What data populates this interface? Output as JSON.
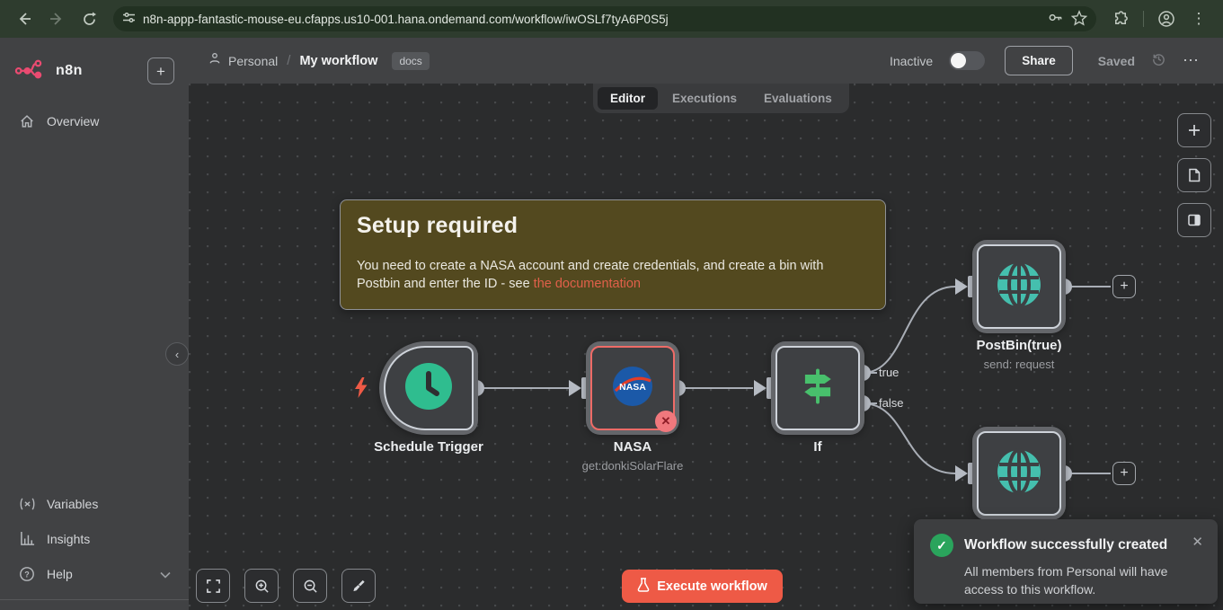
{
  "browser": {
    "url": "n8n-appp-fantastic-mouse-eu.cfapps.us10-001.hana.ondemand.com/workflow/iwOSLf7tyA6P0S5j"
  },
  "sidebar": {
    "logo_text": "n8n",
    "add_button": "+",
    "items": [
      {
        "label": "Overview"
      }
    ],
    "bottom_items": [
      {
        "label": "Variables"
      },
      {
        "label": "Insights"
      },
      {
        "label": "Help"
      }
    ]
  },
  "header": {
    "project": "Personal",
    "slash": "/",
    "title": "My workflow",
    "docs_badge": "docs",
    "activation_label": "Inactive",
    "share": "Share",
    "saved": "Saved"
  },
  "tabs": [
    {
      "label": "Editor"
    },
    {
      "label": "Executions"
    },
    {
      "label": "Evaluations"
    }
  ],
  "sticky_note": {
    "title": "Setup required",
    "body": "You need to create a NASA account and create credentials, and create a bin with Postbin and enter the ID - see ",
    "link": "the documentation"
  },
  "nodes": [
    {
      "name": "Schedule Trigger"
    },
    {
      "name": "NASA",
      "subtitle": "get:donkiSolarFlare"
    },
    {
      "name": "If",
      "outputs": [
        "true",
        "false"
      ]
    },
    {
      "name": "PostBin(true)",
      "subtitle": "send: request"
    }
  ],
  "canvas_controls": {
    "execute": "Execute workflow",
    "plus": "+"
  },
  "toast": {
    "title": "Workflow successfully created",
    "body": "All members from Personal will have access to this workflow."
  },
  "colors": {
    "brand": "#ea4b71",
    "primary": "#ee5a46",
    "link": "#e0604a",
    "success": "#2aa45c",
    "trigger_green": "#2fbd8f",
    "if_green": "#48c06c",
    "http_teal": "#45bfae",
    "error": "#ee6b67",
    "note_bg": "#53491f"
  }
}
